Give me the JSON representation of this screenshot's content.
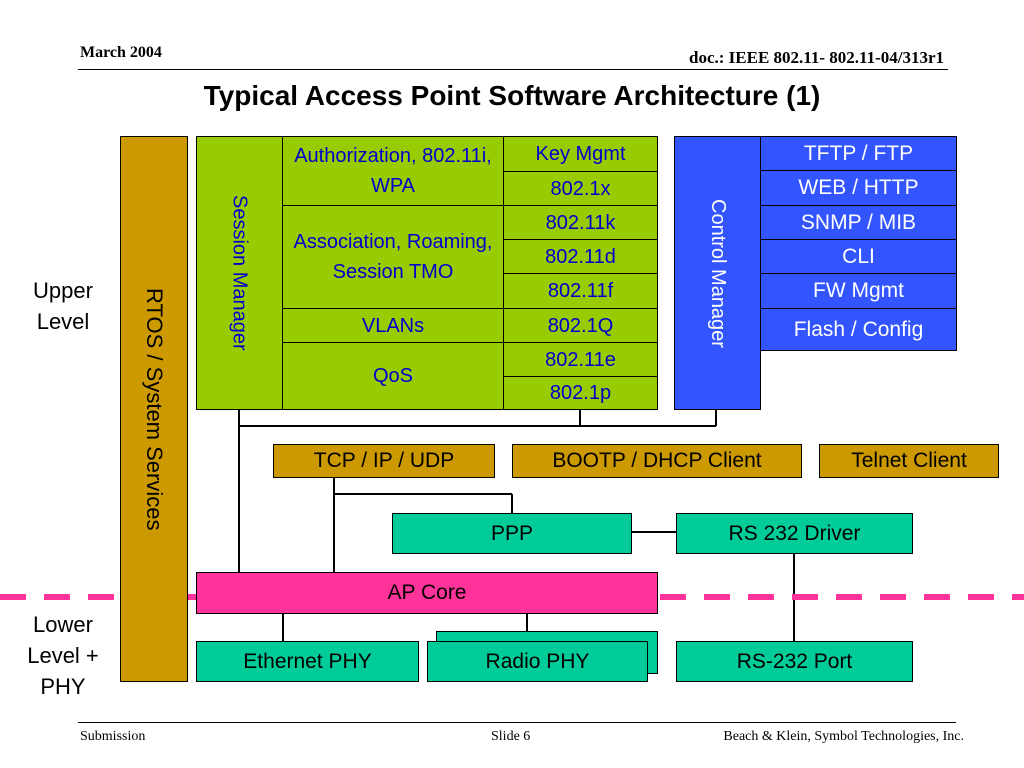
{
  "header": {
    "date": "March 2004",
    "doc": "doc.: IEEE 802.11- 802.11-04/313r1"
  },
  "title": "Typical Access Point Software Architecture (1)",
  "side_labels": {
    "upper": "Upper Level",
    "lower": "Lower Level + PHY"
  },
  "rtos": "RTOS / System Services",
  "session_manager": {
    "label": "Session Manager",
    "functions": [
      "Authorization, 802.11i, WPA",
      "Association, Roaming, Session TMO",
      "VLANs",
      "QoS"
    ],
    "protocols": [
      "Key Mgmt",
      "802.1x",
      "802.11k",
      "802.11d",
      "802.11f",
      "802.1Q",
      "802.11e",
      "802.1p"
    ]
  },
  "control_manager": {
    "label": "Control Manager",
    "items": [
      "TFTP / FTP",
      "WEB / HTTP",
      "SNMP / MIB",
      "CLI",
      "FW Mgmt",
      "Flash / Config"
    ]
  },
  "services": {
    "tcp": "TCP / IP / UDP",
    "bootp": "BOOTP / DHCP Client",
    "telnet": "Telnet Client"
  },
  "ppp": "PPP",
  "rs232_driver": "RS 232 Driver",
  "ap_core": "AP Core",
  "phy": {
    "ethernet": "Ethernet PHY",
    "radio": "Radio PHY",
    "rs232_port": "RS-232 Port"
  },
  "footer": {
    "left": "Submission",
    "center": "Slide 6",
    "right": "Beach & Klein, Symbol Technologies, Inc."
  },
  "colors": {
    "session": "#99cc00",
    "control": "#3355ff",
    "service": "#cc9900",
    "driver": "#00cc99",
    "core": "#ff3399",
    "divider": "#ff3399"
  }
}
